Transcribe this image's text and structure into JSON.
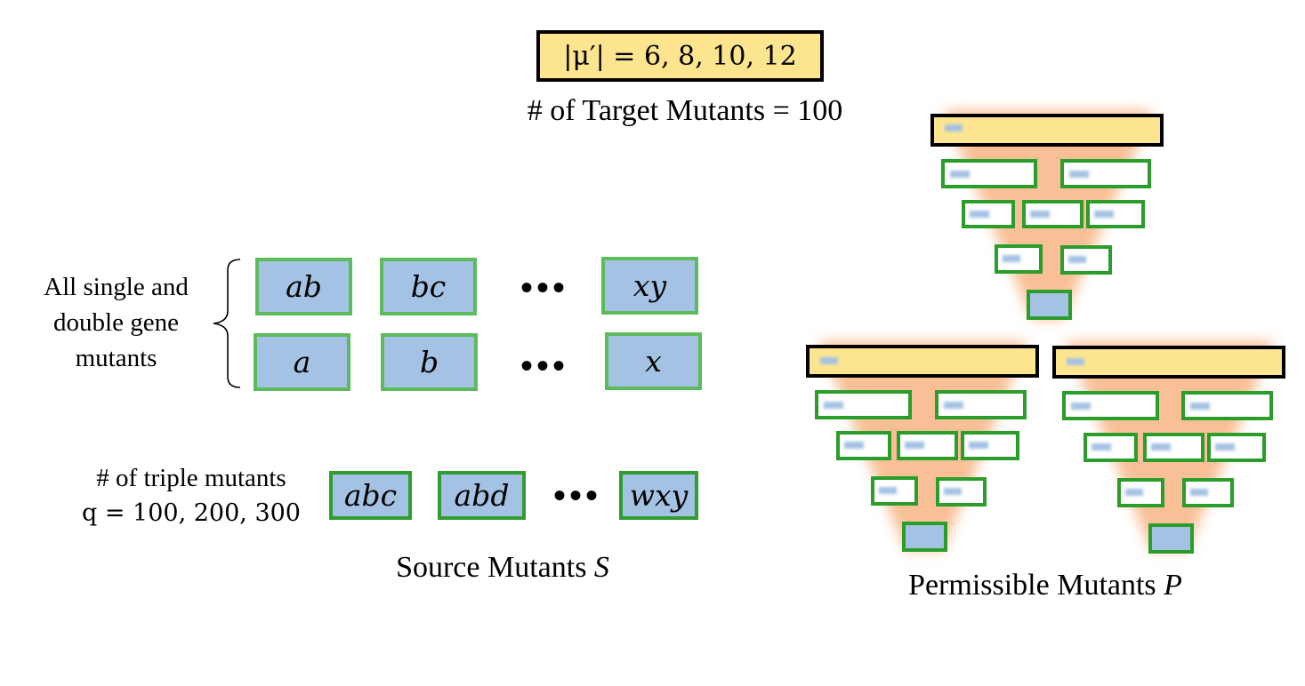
{
  "mu_constraint": "|μ′| = 6, 8, 10, 12",
  "target_label": "# of Target Mutants = 100",
  "double_single_label": "All single and double gene mutants",
  "double_row": [
    "ab",
    "bc",
    "xy"
  ],
  "single_row": [
    "a",
    "b",
    "x"
  ],
  "ellipsis": "•••",
  "triple_label_line1": "# of triple mutants",
  "triple_label_line2": "q = 100, 200, 300",
  "triple_row": [
    "abc",
    "abd",
    "wxy"
  ],
  "source_label_text": "Source Mutants",
  "source_label_symbol": "S",
  "permissible_label_text": "Permissible Mutants",
  "permissible_label_symbol": "P",
  "colors": {
    "cell_fill": "#a4c2e4",
    "cell_border_light": "#5cbc5c",
    "cell_border_dark": "#2f9d2f",
    "header_fill": "#fde58f",
    "funnel_fill": "#f9b98c"
  }
}
